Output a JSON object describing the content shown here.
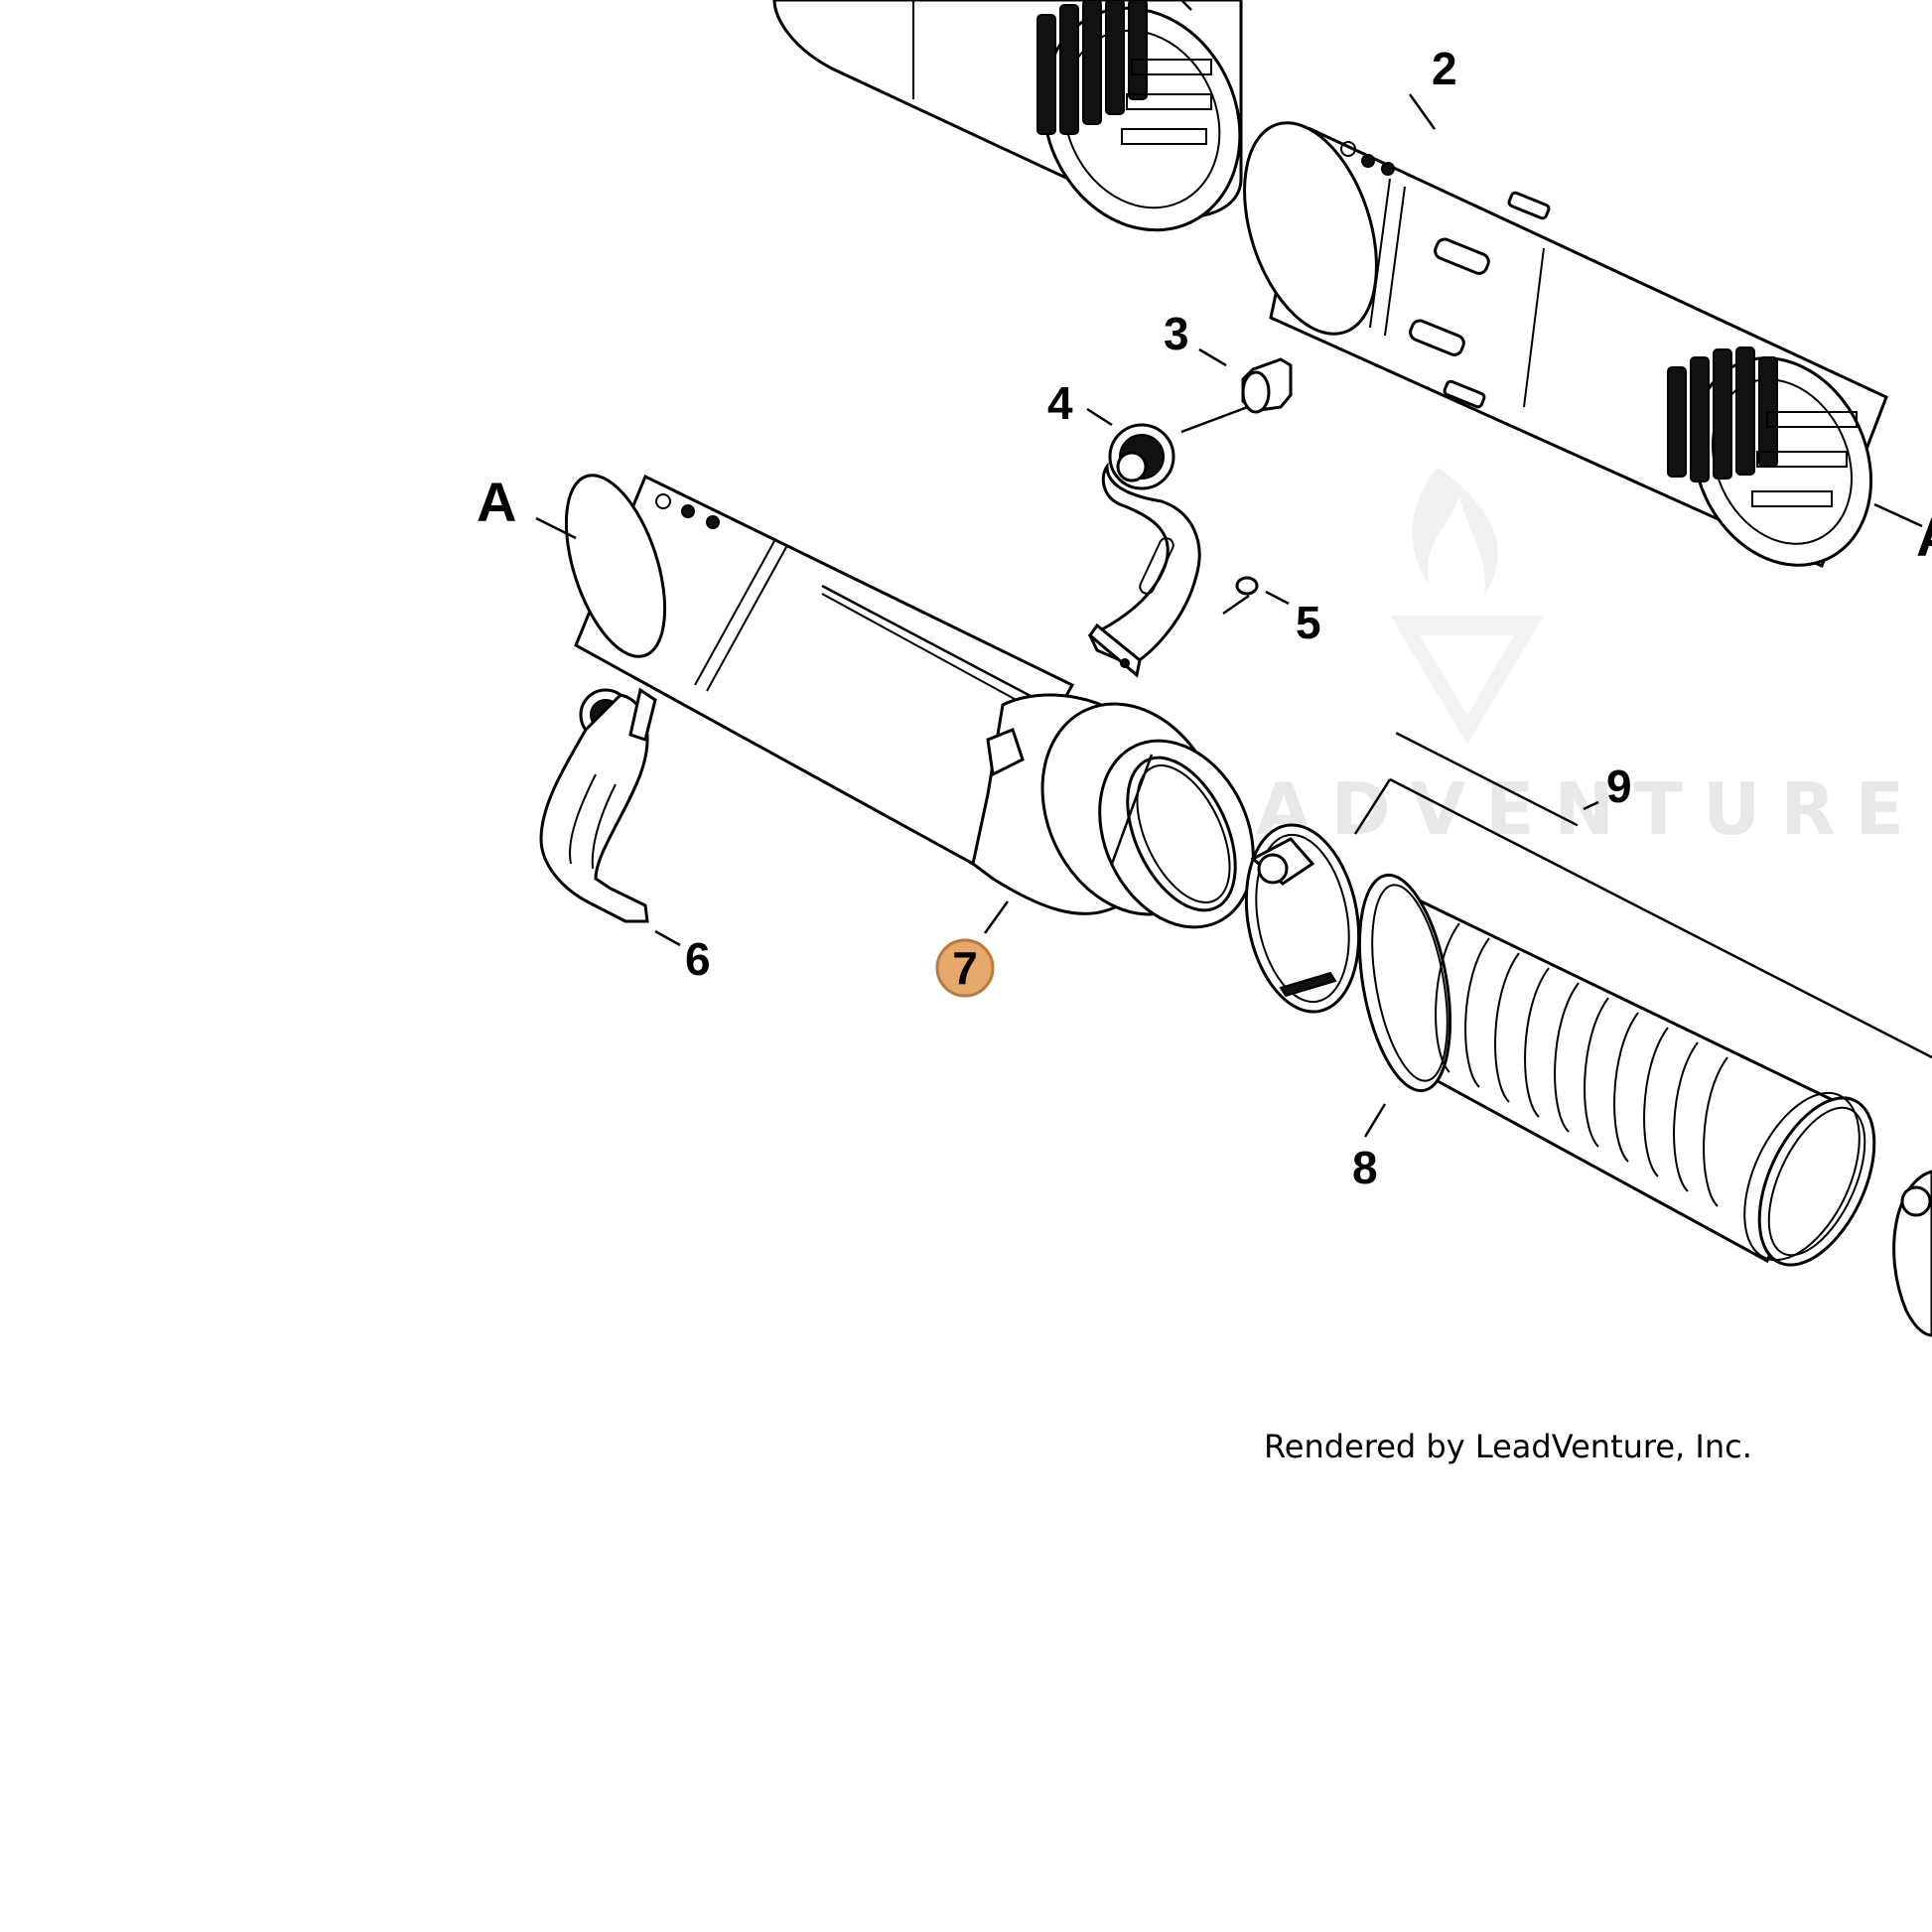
{
  "callouts": {
    "a_left": "A",
    "a_right": "A",
    "part_2": "2",
    "part_3": "3",
    "part_4": "4",
    "part_5": "5",
    "part_6": "6",
    "part_7": "7",
    "part_8": "8",
    "part_9": "9"
  },
  "highlight": {
    "part": "7",
    "color": "#e6a86b",
    "stroke": "#b87a3e"
  },
  "watermark": {
    "text": "LEADVENTURE",
    "color": "#e8e8e8"
  },
  "credit": "Rendered by LeadVenture, Inc."
}
